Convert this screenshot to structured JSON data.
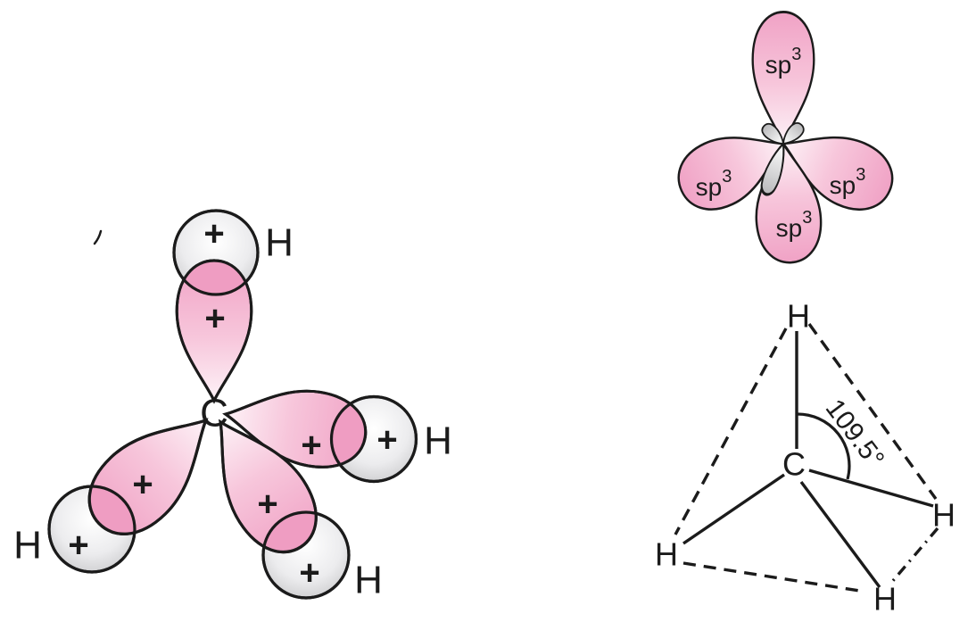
{
  "figure": {
    "description": "sp3 hybridisation of carbon in methane: orbital overlap diagram, sp3 hybrid orbital cluster, and tetrahedral geometry"
  },
  "colors": {
    "outline": "#1b1b1b",
    "lobe_pink_dark": "#f0a2c5",
    "lobe_pink_mid": "#f7c6db",
    "lobe_pink_light": "#fdf2f7",
    "overlap_lens_pink": "#ef9dc2",
    "sphere_gray_edge": "#c2c2c4",
    "sphere_gray_mid": "#ececee",
    "petal_gray": "#b5b5b7",
    "text": "#1b1b1b"
  },
  "overlap_diagram": {
    "carbon_label": "C",
    "orbital_plus_signs": [
      "+",
      "+",
      "+",
      "+"
    ],
    "hydrogens": [
      {
        "label": "H",
        "plus": "+"
      },
      {
        "label": "H",
        "plus": "+"
      },
      {
        "label": "H",
        "plus": "+"
      },
      {
        "label": "H",
        "plus": "+"
      }
    ]
  },
  "hybrid_cluster": {
    "orbital_labels": [
      {
        "base": "sp",
        "superscript": "3"
      },
      {
        "base": "sp",
        "superscript": "3"
      },
      {
        "base": "sp",
        "superscript": "3"
      },
      {
        "base": "sp",
        "superscript": "3"
      }
    ]
  },
  "tetrahedron": {
    "carbon_label": "C",
    "hydrogen_labels": [
      "H",
      "H",
      "H",
      "H"
    ],
    "bond_angle_label": "109.5°"
  }
}
